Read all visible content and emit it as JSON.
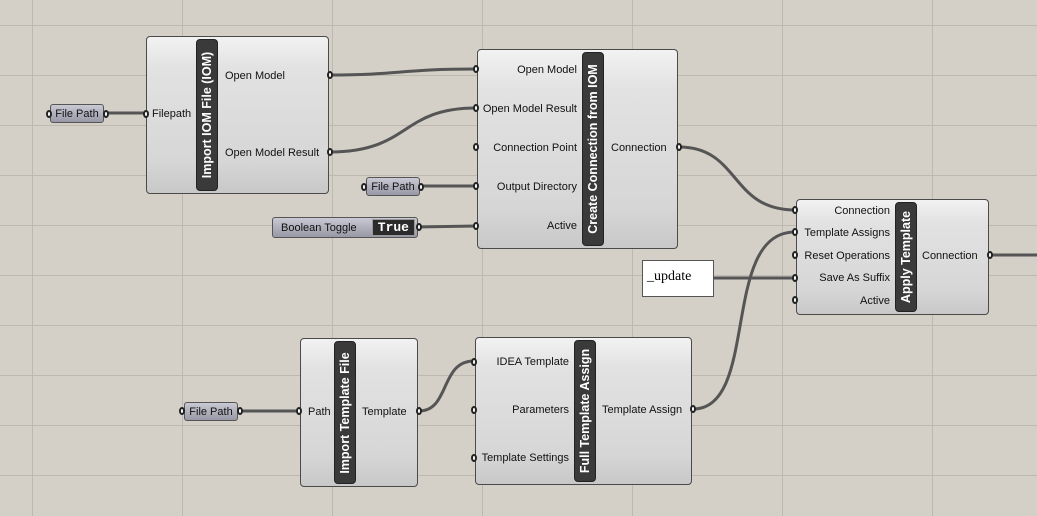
{
  "params": {
    "file_path_1": "File Path",
    "file_path_2": "File Path",
    "file_path_3": "File Path",
    "boolean_toggle": {
      "label": "Boolean Toggle",
      "value": "True"
    },
    "update_panel": "_update"
  },
  "components": {
    "import_iom": {
      "title": "Import IOM File (IOM)",
      "inputs": [
        "Filepath"
      ],
      "outputs": [
        "Open Model",
        "Open Model Result"
      ]
    },
    "create_connection": {
      "title": "Create Connection from IOM",
      "inputs": [
        "Open Model",
        "Open Model Result",
        "Connection Point",
        "Output Directory",
        "Active"
      ],
      "outputs": [
        "Connection"
      ]
    },
    "apply_template": {
      "title": "Apply Template",
      "inputs": [
        "Connection",
        "Template Assigns",
        "Reset Operations",
        "Save As Suffix",
        "Active"
      ],
      "outputs": [
        "Connection"
      ]
    },
    "import_template": {
      "title": "Import Template File",
      "inputs": [
        "Path"
      ],
      "outputs": [
        "Template"
      ]
    },
    "full_template_assign": {
      "title": "Full Template Assign",
      "inputs": [
        "IDEA Template",
        "Parameters",
        "Template Settings"
      ],
      "outputs": [
        "Template Assign"
      ]
    }
  },
  "colors": {
    "canvas": "#d4d0c8",
    "wire": "#555555",
    "bar": "#3a3a3a"
  }
}
